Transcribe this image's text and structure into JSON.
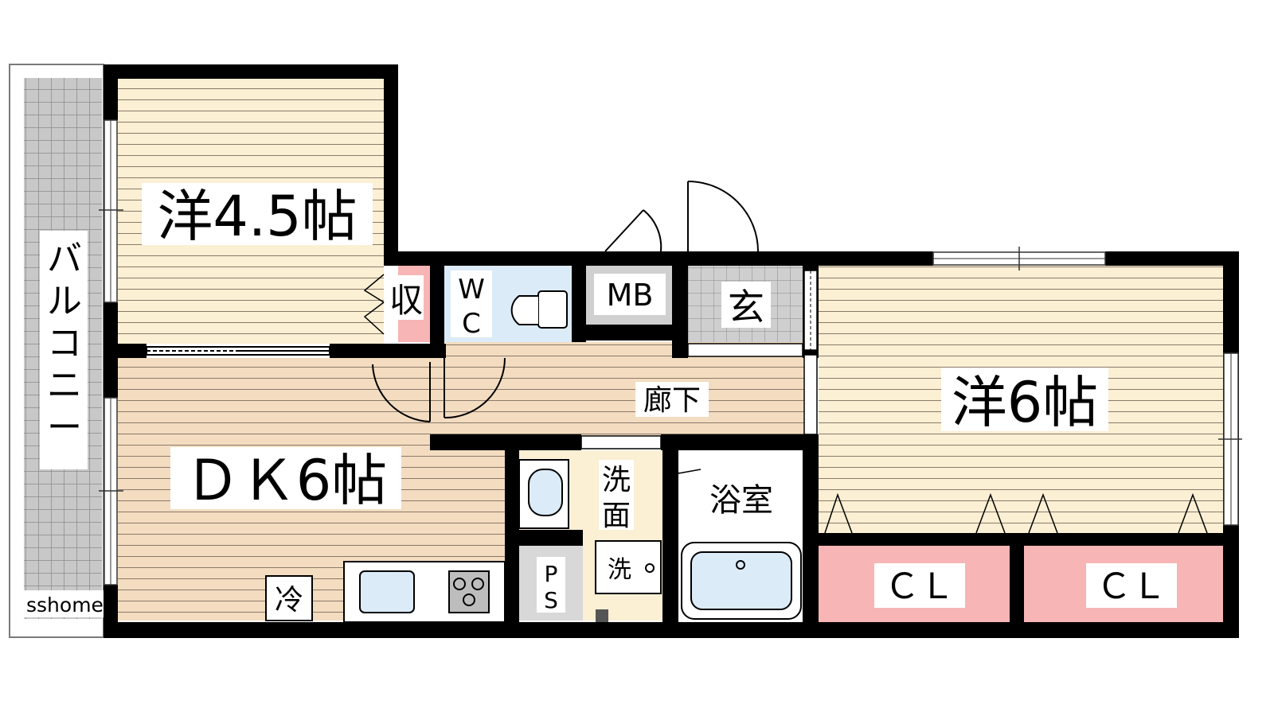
{
  "rooms": {
    "western_small": {
      "label": "洋4.5帖"
    },
    "dining_kitchen": {
      "label": "ＤＫ6帖"
    },
    "western_large": {
      "label": "洋6帖"
    },
    "storage": {
      "label": "収"
    },
    "toilet": {
      "label_top": "W",
      "label_bottom": "C"
    },
    "meter_box": {
      "label": "MB"
    },
    "entrance": {
      "label": "玄"
    },
    "hallway": {
      "label": "廊下"
    },
    "washroom": {
      "label_top": "洗",
      "label_bottom": "面"
    },
    "bathroom": {
      "label": "浴室"
    },
    "pipe_space": {
      "label_top": "P",
      "label_bottom": "S"
    },
    "closet_left": {
      "label": "ＣＬ"
    },
    "closet_right": {
      "label": "ＣＬ"
    },
    "balcony": {
      "label_chars": [
        "バ",
        "ル",
        "コ",
        "ニ",
        "ー"
      ]
    }
  },
  "fixtures": {
    "washer": {
      "label": "洗"
    },
    "fridge": {
      "label": "冷"
    }
  },
  "watermark": {
    "text": "sshome"
  },
  "colors": {
    "floor_wood": "#f3dcc0",
    "floor_light": "#fbefd4",
    "wet_area": "#dcebf8",
    "closet": "#f7b5b5",
    "tile": "#c9c9c9",
    "wall": "#000000"
  }
}
